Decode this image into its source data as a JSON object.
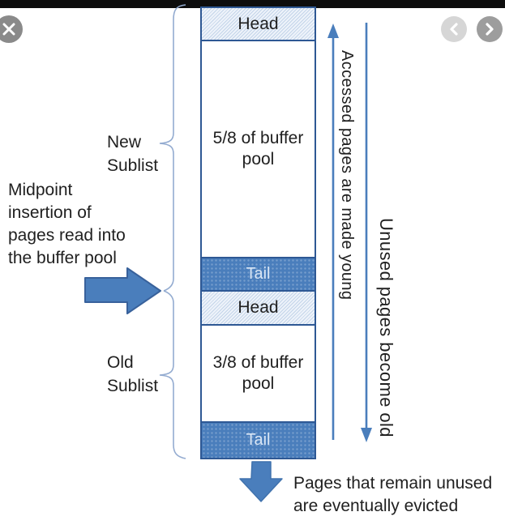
{
  "viewer": {
    "close_label": "Close",
    "prev_label": "Previous image",
    "next_label": "Next image"
  },
  "diagram": {
    "stack": {
      "sections": [
        {
          "type": "head",
          "label": "Head"
        },
        {
          "type": "body",
          "line1": "5/8 of buffer",
          "line2": "pool"
        },
        {
          "type": "tail",
          "label": "Tail"
        },
        {
          "type": "head",
          "label": "Head"
        },
        {
          "type": "body",
          "line1": "3/8 of buffer",
          "line2": "pool"
        },
        {
          "type": "tail",
          "label": "Tail"
        }
      ]
    },
    "labels": {
      "new_sublist": {
        "line1": "New",
        "line2": "Sublist"
      },
      "old_sublist": {
        "line1": "Old",
        "line2": "Sublist"
      },
      "midpoint": {
        "line1": "Midpoint",
        "line2": "insertion of",
        "line3": "pages read into",
        "line4": "the buffer pool"
      },
      "accessed": "Accessed pages are made young",
      "unused": "Unused pages become old",
      "evicted": {
        "line1": "Pages that remain unused",
        "line2": "are eventually evicted"
      }
    },
    "colors": {
      "accent_blue": "#4a7ebc",
      "arrow_border": "#38619b",
      "box_border": "#2e5894",
      "hatch_fill": "#e8eef7",
      "brace": "#93abd0",
      "topbar": "#0d0d0d"
    }
  }
}
